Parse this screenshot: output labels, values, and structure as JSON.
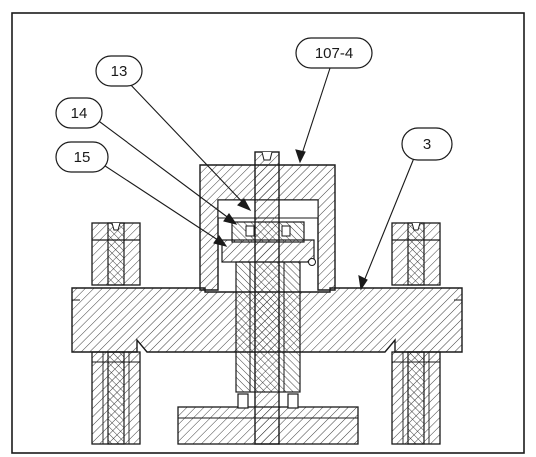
{
  "callouts": [
    {
      "label": "13"
    },
    {
      "label": "14"
    },
    {
      "label": "15"
    },
    {
      "label": "107-4"
    },
    {
      "label": "3"
    }
  ],
  "colors": {
    "line": "#1a1a1a",
    "hatch": "#2a2a2a",
    "background": "#ffffff"
  }
}
